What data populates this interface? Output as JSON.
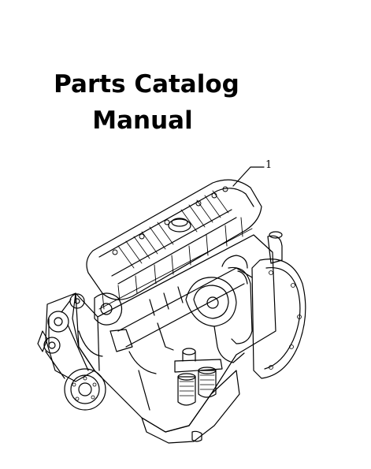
{
  "title": {
    "line1": "Parts Catalog",
    "line2": "Manual"
  },
  "illustration": {
    "callout_number": "1"
  }
}
